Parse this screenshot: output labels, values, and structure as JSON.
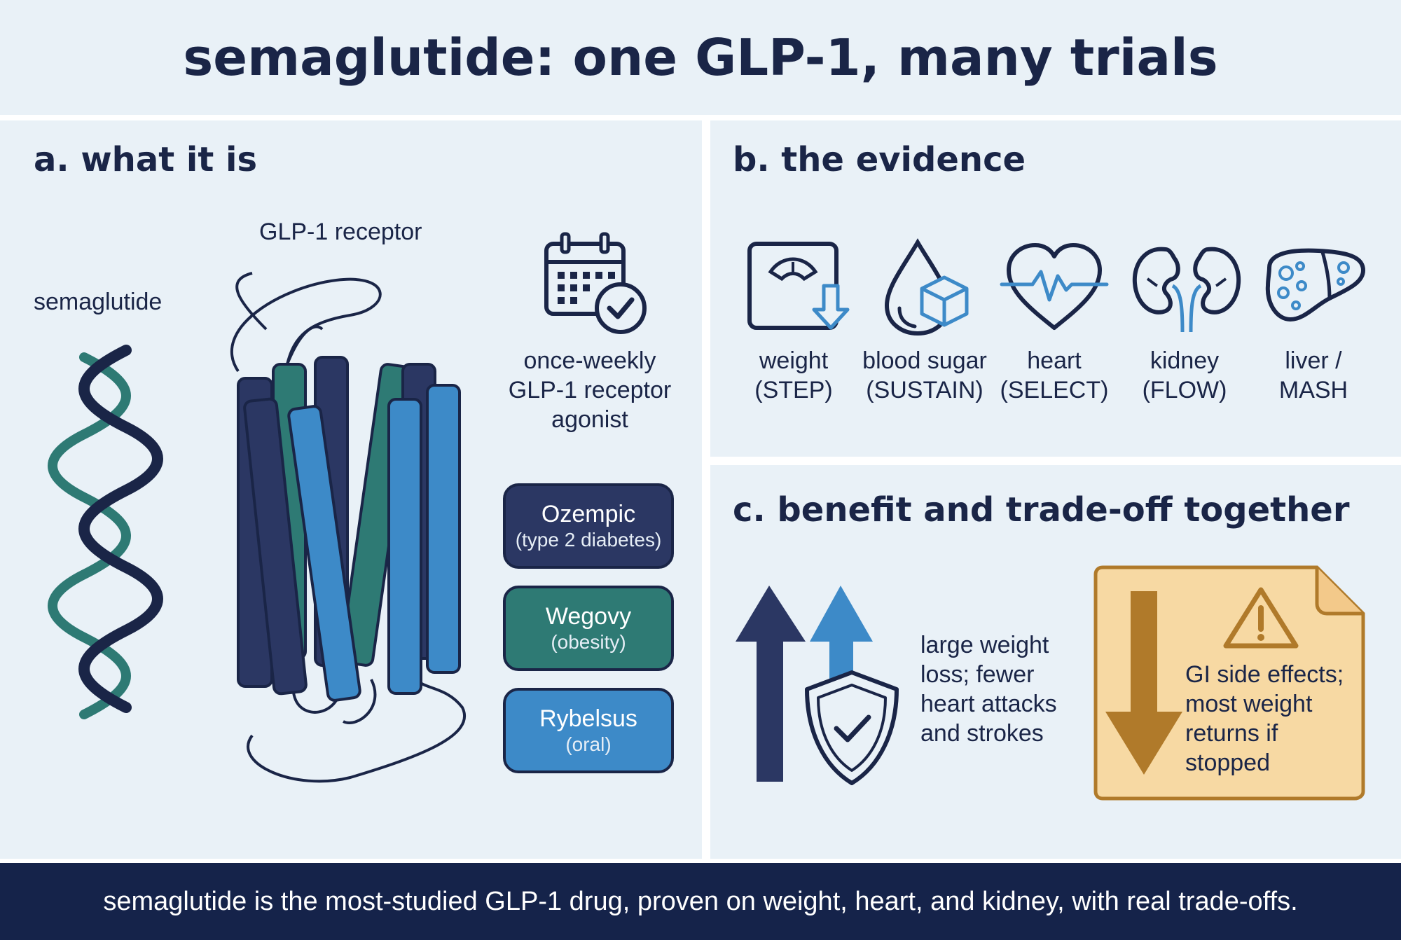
{
  "title": "semaglutide: one GLP-1, many trials",
  "panel_a": {
    "heading": "a. what it is",
    "receptor_label": "GLP-1 receptor",
    "drug_label": "semaglutide",
    "dosing_lines": [
      "once-weekly",
      "GLP-1 receptor",
      "agonist"
    ],
    "brands": [
      {
        "name": "Ozempic",
        "sub": "(type 2 diabetes)",
        "color": "#2b3763"
      },
      {
        "name": "Wegovy",
        "sub": "(obesity)",
        "color": "#2e7a74"
      },
      {
        "name": "Rybelsus",
        "sub": "(oral)",
        "color": "#3d8ac8"
      }
    ]
  },
  "panel_b": {
    "heading": "b. the evidence",
    "items": [
      {
        "line1": "weight",
        "line2": "(STEP)",
        "icon": "scale-icon"
      },
      {
        "line1": "blood sugar",
        "line2": "(SUSTAIN)",
        "icon": "blood-sugar-icon"
      },
      {
        "line1": "heart",
        "line2": "(SELECT)",
        "icon": "heart-icon"
      },
      {
        "line1": "kidney",
        "line2": "(FLOW)",
        "icon": "kidney-icon"
      },
      {
        "line1": "liver /",
        "line2": "MASH",
        "icon": "liver-icon"
      }
    ]
  },
  "panel_c": {
    "heading": "c. benefit and trade-off together",
    "benefit_lines": [
      "large weight",
      "loss; fewer",
      "heart attacks",
      "and strokes"
    ],
    "tradeoff_lines": [
      "GI side effects;",
      "most weight",
      "returns if",
      "stopped"
    ]
  },
  "footer": "semaglutide is the most-studied GLP-1 drug, proven on weight, heart, and kidney, with real trade-offs.",
  "colors": {
    "navy": "#1a2547",
    "teal": "#2e7a74",
    "blue": "#3d8ac8",
    "panel_bg": "#e9f1f7",
    "warn_bg": "#f7d9a3",
    "warn_brown": "#b07a2a"
  }
}
